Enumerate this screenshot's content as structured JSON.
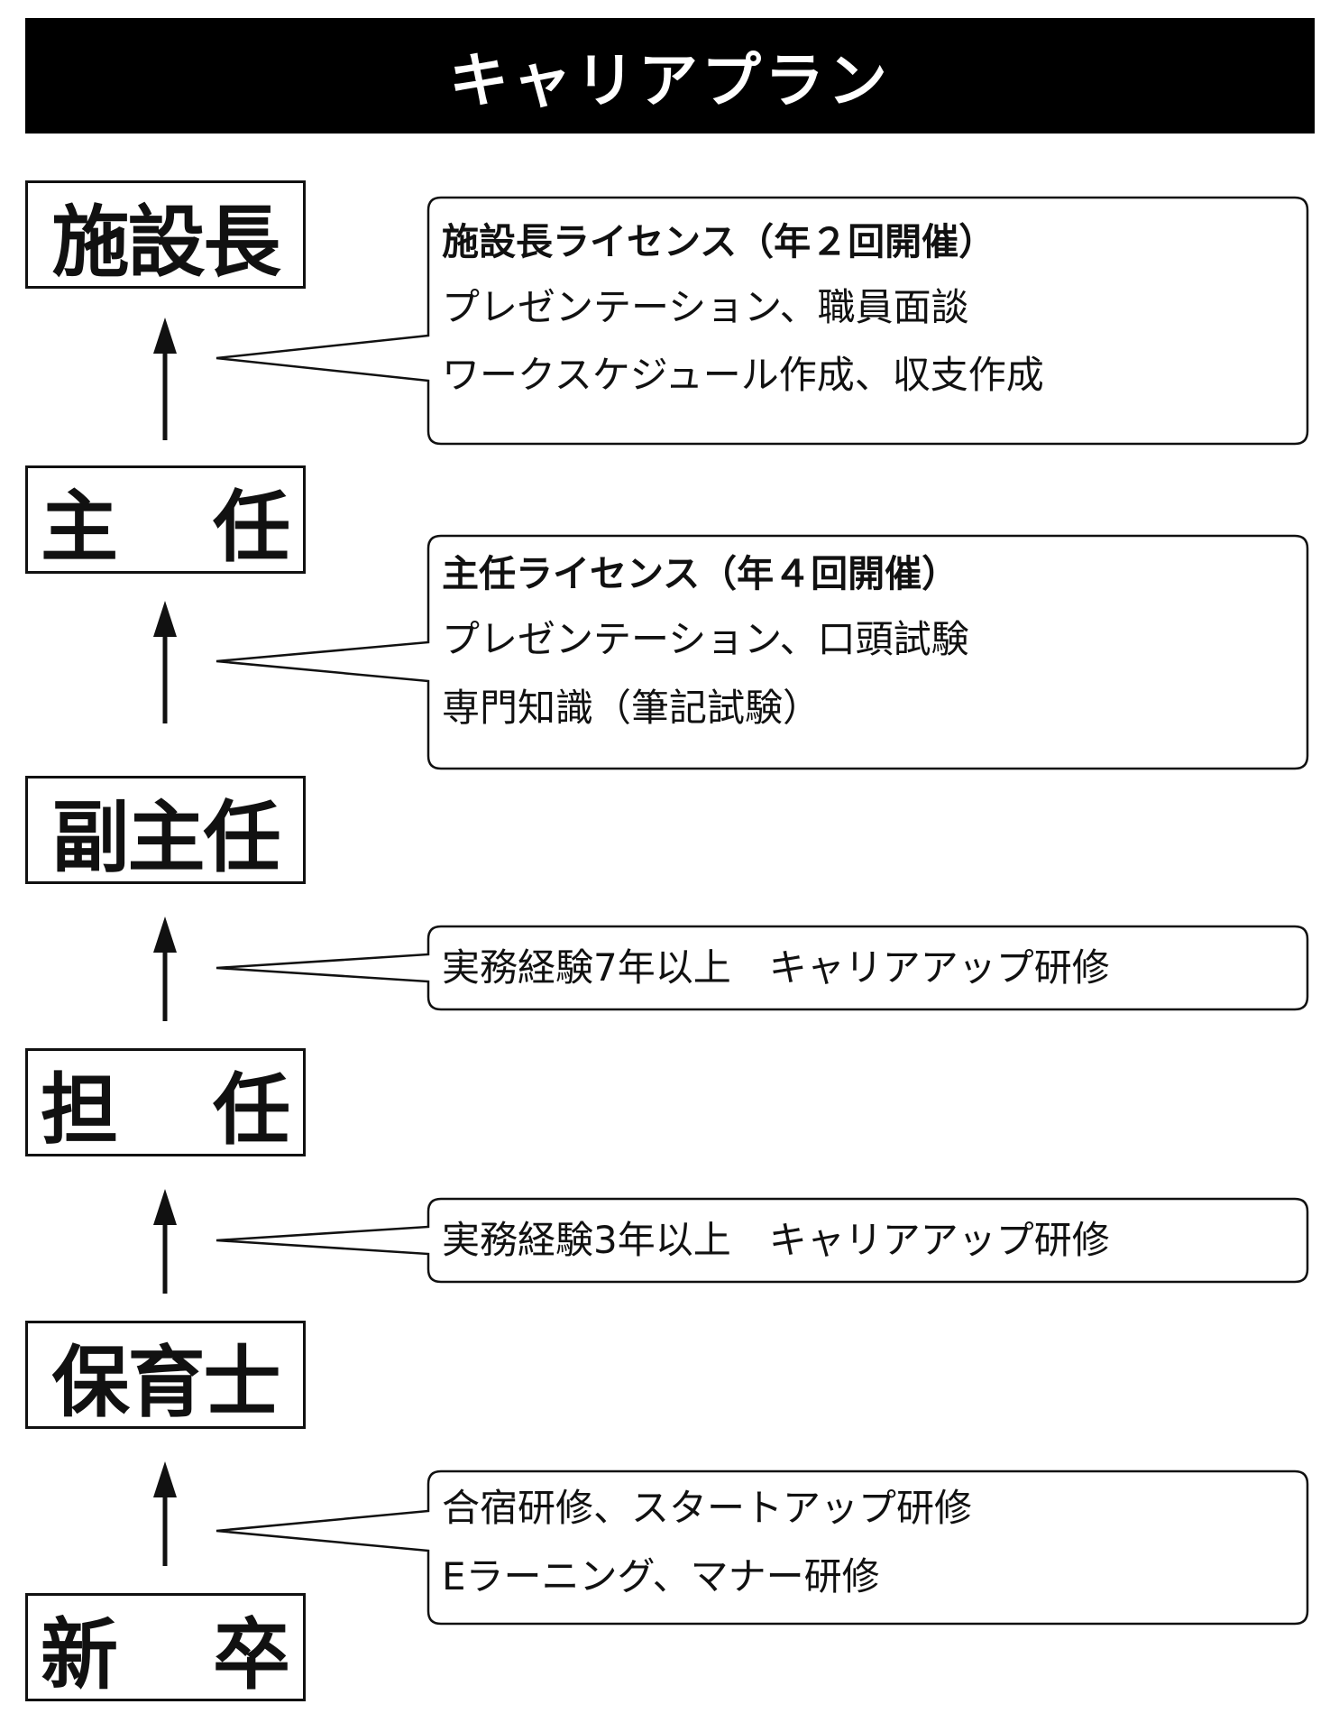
{
  "title": "キャリアプラン",
  "ranks": [
    {
      "id": "shisetsucho",
      "chars": [
        "施",
        "設",
        "長"
      ],
      "layout": "tight"
    },
    {
      "id": "shunin",
      "chars": [
        "主",
        "任"
      ],
      "layout": "spread"
    },
    {
      "id": "fukushunin",
      "chars": [
        "副",
        "主",
        "任"
      ],
      "layout": "tight"
    },
    {
      "id": "tannin",
      "chars": [
        "担",
        "任"
      ],
      "layout": "spread"
    },
    {
      "id": "hoikushi",
      "chars": [
        "保",
        "育",
        "士"
      ],
      "layout": "tight"
    },
    {
      "id": "shinsotsu",
      "chars": [
        "新",
        "卒"
      ],
      "layout": "spread"
    }
  ],
  "requirements": [
    {
      "id": "req-shisetsucho",
      "heading": "施設長ライセンス（年２回開催）",
      "lines": [
        "プレゼンテーション、職員面談",
        "ワークスケジュール作成、収支作成"
      ]
    },
    {
      "id": "req-shunin",
      "heading": "主任ライセンス（年４回開催）",
      "lines": [
        "プレゼンテーション、口頭試験",
        "専門知識（筆記試験）"
      ]
    },
    {
      "id": "req-fukushunin",
      "heading": "",
      "lines": [
        "実務経験7年以上　キャリアアップ研修"
      ]
    },
    {
      "id": "req-tannin",
      "heading": "",
      "lines": [
        "実務経験3年以上　キャリアアップ研修"
      ]
    },
    {
      "id": "req-hoikushi",
      "heading": "",
      "lines": [
        "合宿研修、スタートアップ研修",
        "Eラーニング、マナー研修"
      ]
    }
  ]
}
